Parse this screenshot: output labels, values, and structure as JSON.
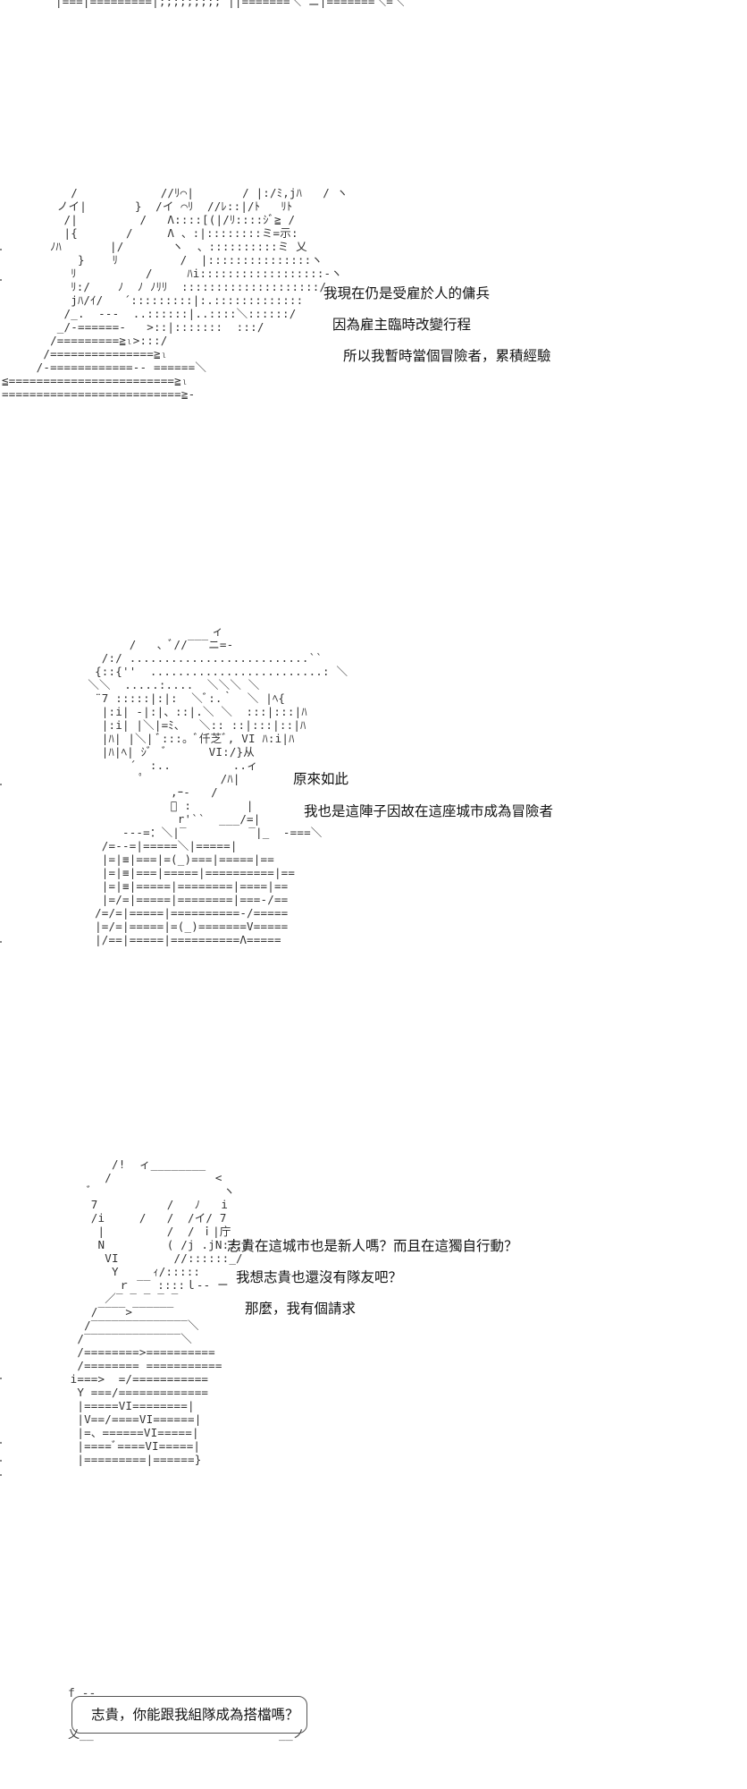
{
  "art": {
    "top_fragment": "|===|=========|;;;;;;;;; ||=======＼ ニ|=======＼=＼",
    "panel1": "          /            //ﾘ⌒|       / |:/ﾐ,jﾊ   / ヽ\n        ノイ|       }  /イ ⌒ﾘ  //ﾚ::|/ﾄ   ﾘﾄ\n         /|         /   Λ::::[(|/ﾘ::::ｼﾞ≧ /\n         |{       /     Λ 、:|::::::::ミ=示:\n       ﾉﾊ       |/       ヽ  、::::::::::ミ 乂\n           }    ﾘ         /  |:::::::::::::::ヽ\n          ﾘ          /     ﾊi::::::::::::::::::-ヽ\n          ﾘ:/    ﾉ  ﾉ ﾉﾘﾘ  ::::::::::::::::::::/\n          jﾊ/ｲ/   ´:::::::::|:.:::::::::::::\n         /_.  ---  ..::::::|..::::＼::::::/\n        _/-======-   >::|:::::::  :::/\n       /=========≧ₗ>:::/\n      /===============≧ₗ\n     /-============-- ======＼\n≦========================≧ₗ\n==========================≧-",
    "panel2": "                        ィ\n            /   、ﾞ//‾‾‾ニ=-\n        /:/ ..........................``\n       {::{''  .........................: ＼\n      ＼＼  .....:....  ＼＼＼ ＼\n       ¨7 :::::|:|:  ＼ﾞ:.｀  ＼ |ﾍ{\n        |:i| -|:|、::|.＼ ＼  :::|:::|ﾊ\n        |:i| |＼|=ﾐ、  ＼:: ::|:::|::|ﾊ\n        |ﾊ| |＼| ﾞ:::。ﾞ仟芝ﾞ, VI ﾊ:i|ﾊ\n        |ﾊ|ﾍ| ｼﾞ  ﾞ      VI:/}从\n            ´  :..         ..ィ\n              ﾟ           /ﾊ|\n                  ,ｰ-   /\n                  ﾞ :        |\n                   r'``  ___/=|\n           ---=：＼|‾         ‾|_  -===＼\n        /=--=|=====＼|=====|\n        |=|≡|===|=(_)===|=====|==\n        |=|≡|===|=====|==========|==\n        |=|≡|=====|========|====|==\n        |=/=|=====|========|===-/==\n       /=/=|=====|==========-/=====\n       |=/=|=====|=(_)=======V=====\n       |/==|=====|==========Λ=====",
    "panel3": "           /!  ィ________\n          /               <\n        ﾞ                   ヽ\n        7          /   ﾉ   i\n        /i     /   /  /イ/ 7\n         |         /  / ｉ|庁\n         N         ( /j .jN:::)\n          VI        //::::::_/\n           Y     ｨ/:::::\n            ｒ ‾‾ ::::ｌ-- ー\n          ／‾ ‾ ‾ ‾ ‾\n        /‾‾‾‾>‾‾‾‾‾‾\n       /‾‾‾‾‾‾‾‾‾‾‾‾‾‾＼\n      /‾‾‾‾‾‾‾‾‾‾‾‾‾‾＼\n      /========>==========\n      /======== ===========\n     i===>  =/===========\n      Y ===/=============\n      |=====VI========|\n      |V==/====VI======|\n      |=、======VI=====|\n      |====ﾞ====VI=====|\n      |=========|======}",
    "bubble_top_left": "f ‐‐",
    "bubble_bottom_left": "乂__",
    "bubble_bottom_right": "__ノ"
  },
  "dialogues": [
    {
      "text": "我現在仍是受雇於人的傭兵"
    },
    {
      "text": "因為雇主臨時改變行程"
    },
    {
      "text": "所以我暫時當個冒險者，累積經驗"
    },
    {
      "text": "原來如此"
    },
    {
      "text": "我也是這陣子因故在這座城市成為冒險者"
    },
    {
      "text": "志貴在這城市也是新人嗎？而且在這獨自行動？"
    },
    {
      "text": "我想志貴也還沒有隊友吧？"
    },
    {
      "text": "那麼，我有個請求"
    },
    {
      "text": "志貴，你能跟我組隊成為搭檔嗎？"
    }
  ]
}
